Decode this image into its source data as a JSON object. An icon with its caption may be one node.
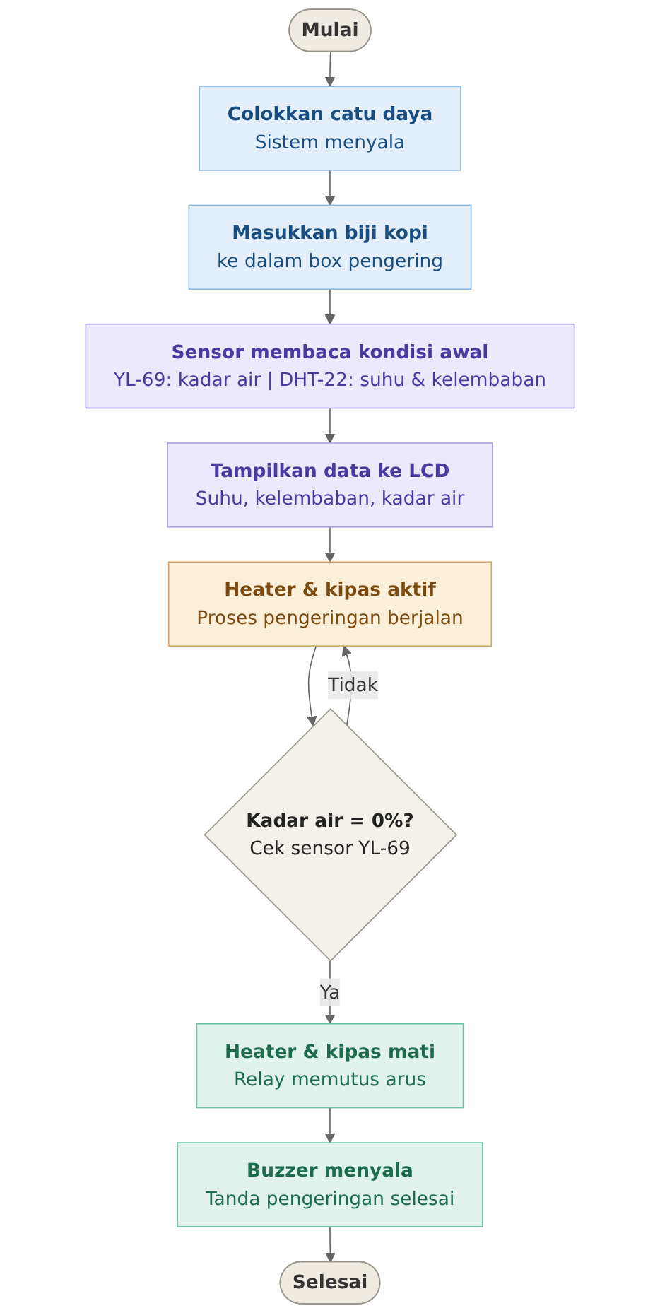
{
  "diagram": {
    "nodes": [
      {
        "text": [
          "Mulai"
        ]
      },
      {
        "text": [
          "Colokkan catu daya",
          "Sistem menyala"
        ]
      },
      {
        "text": [
          "Masukkan biji kopi",
          "ke dalam box pengering"
        ]
      },
      {
        "text": [
          "Sensor membaca kondisi awal",
          "YL-69: kadar air | DHT-22: suhu & kelembaban"
        ]
      },
      {
        "text": [
          "Tampilkan data ke LCD",
          "Suhu, kelembaban, kadar air"
        ]
      },
      {
        "text": [
          "Heater & kipas aktif",
          "Proses pengeringan berjalan"
        ]
      },
      {
        "text": [
          "Kadar air = 0%?",
          "Cek sensor YL-69"
        ]
      },
      {
        "text": [
          "Heater & kipas mati",
          "Relay memutus arus"
        ]
      },
      {
        "text": [
          "Buzzer menyala",
          "Tanda pengeringan selesai"
        ]
      },
      {
        "text": [
          "Selesai"
        ]
      }
    ],
    "edges": [
      {
        "from": 0,
        "to": 1,
        "arrow": "to"
      },
      {
        "from": 1,
        "to": 2,
        "arrow": "to"
      },
      {
        "from": 2,
        "to": 3,
        "arrow": "to"
      },
      {
        "from": 3,
        "to": 4,
        "arrow": "to"
      },
      {
        "from": 4,
        "to": 5,
        "arrow": "to"
      },
      {
        "from": 5,
        "to": 6,
        "arrow": "to"
      },
      {
        "from": 6,
        "to": 5,
        "label": "Tidak",
        "arrow": "to"
      },
      {
        "from": 6,
        "to": 7,
        "label": "Ya",
        "arrow": "to"
      },
      {
        "from": 7,
        "to": 8,
        "arrow": "to"
      },
      {
        "from": 8,
        "to": 9,
        "arrow": "to"
      }
    ]
  }
}
